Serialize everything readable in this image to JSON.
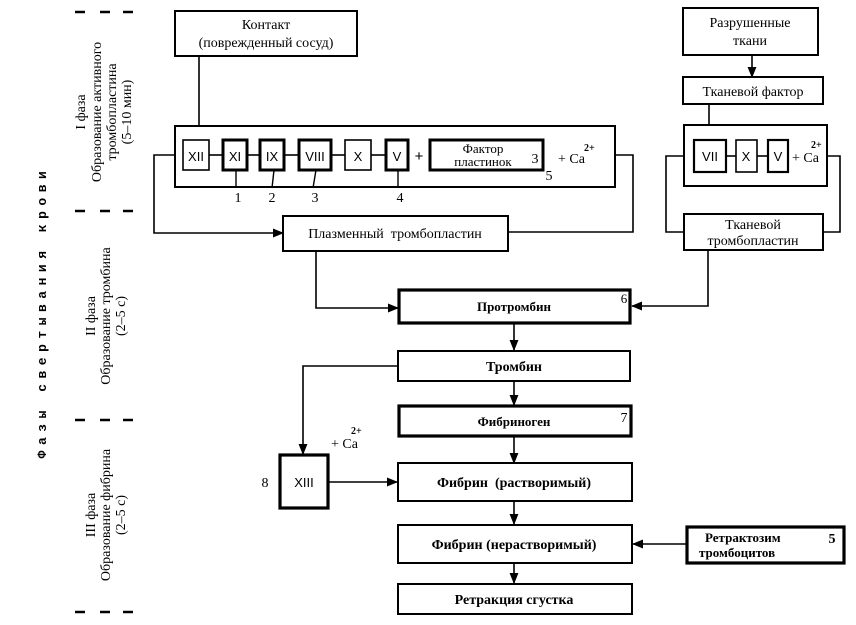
{
  "side_title": "Фазы свертывания крови",
  "phases": [
    {
      "title": "I фаза",
      "line1": "Образование активного",
      "line2": "тромбопластина",
      "line3": "(5–10 мин)"
    },
    {
      "title": "II фаза",
      "line1": "Образование тромбина",
      "line2": "(2–5 с)"
    },
    {
      "title": "III фаза",
      "line1": "Образование фибрина",
      "line2": "(2–5 с)"
    }
  ],
  "nodes": {
    "contact": {
      "line1": "Контакт",
      "line2": "(поврежденный сосуд)"
    },
    "destroyed_tissue": {
      "line1": "Разрушенные",
      "line2": "ткани"
    },
    "tissue_factor": {
      "label": "Тканевой фактор"
    },
    "plasma_thromboplastin": {
      "label": "Плазменный  тромбопластин"
    },
    "tissue_thromboplastin": {
      "line1": "Тканевой",
      "line2": "тромбопластин"
    },
    "prothrombin": {
      "label": "Протромбин",
      "index": "6"
    },
    "thrombin": {
      "label": "Тромбин"
    },
    "fibrinogen": {
      "label": "Фибриноген",
      "index": "7"
    },
    "fibrin_soluble": {
      "label": "Фибрин  (растворимый)"
    },
    "fibrin_insoluble": {
      "label": "Фибрин (нерастворимый)"
    },
    "clot_retraction": {
      "label": "Ретракция сгустка"
    },
    "retractozyme": {
      "line1": "Ретрактозим",
      "line2": "тромбоцитов",
      "index": "5"
    },
    "factor_xiii": {
      "label": "XIII",
      "index": "8"
    }
  },
  "intrinsic": {
    "factors": [
      "XII",
      "XI",
      "IX",
      "VIII",
      "X",
      "V"
    ],
    "plus": "+",
    "platelet_factor": {
      "line1": "Фактор",
      "line2": "пластинок",
      "index": "3"
    },
    "platelet_sub": "5",
    "calcium": "+ Ca",
    "calcium_charge": "2+",
    "deficiency_labels": [
      "1",
      "2",
      "3",
      "4"
    ]
  },
  "extrinsic": {
    "factors": [
      "VII",
      "X",
      "V"
    ],
    "calcium": "+ Ca",
    "calcium_charge": "2+"
  },
  "xiii_calcium": {
    "label": "+ Ca",
    "charge": "2+"
  }
}
